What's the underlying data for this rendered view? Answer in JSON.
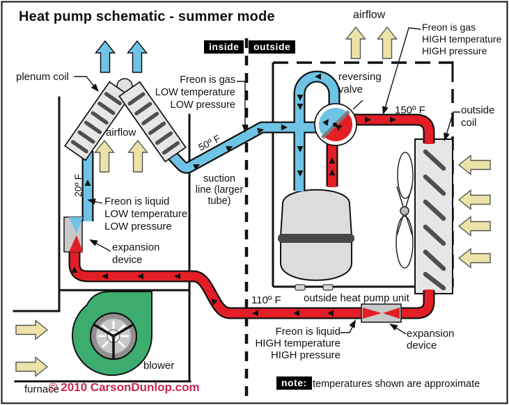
{
  "title": "Heat pump schematic - summer mode",
  "zones": {
    "inside": "inside",
    "outside": "outside"
  },
  "labels": {
    "plenum_coil": "plenum coil",
    "airflow_indoor": "airflow",
    "airflow_outdoor": "airflow",
    "freon_gas_low": {
      "l1": "Freon is gas",
      "l2": "LOW temperature",
      "l3": "LOW pressure"
    },
    "freon_gas_high": {
      "l1": "Freon is gas",
      "l2": "HIGH temperature",
      "l3": "HIGH pressure"
    },
    "freon_liquid_low": {
      "l1": "Freon is liquid",
      "l2": "LOW temperature",
      "l3": "LOW pressure"
    },
    "freon_liquid_high": {
      "l1": "Freon is liquid",
      "l2": "HIGH temperature",
      "l3": "HIGH pressure"
    },
    "reversing_valve": {
      "l1": "reversing",
      "l2": "valve"
    },
    "outside_coil": {
      "l1": "outside",
      "l2": "coil"
    },
    "suction_line": {
      "l1": "suction",
      "l2": "line (larger",
      "l3": "tube)"
    },
    "expansion_left": {
      "l1": "expansion",
      "l2": "device"
    },
    "expansion_right": {
      "l1": "expansion",
      "l2": "device"
    },
    "outside_heat_pump_unit": "outside heat pump unit",
    "blower": "blower",
    "furnace": "furnace"
  },
  "temperatures": {
    "t20": "20º F",
    "t50": "50º F",
    "t110": "110º F",
    "t150": "150º F"
  },
  "note": {
    "badge": "note:",
    "text": "temperatures shown are approximate"
  },
  "copyright": "© 2010 CarsonDunlop.com",
  "colors": {
    "pipe_cool": "#6FC4E6",
    "pipe_hot": "#E31E26",
    "airflow_arrow": "#EDE3A8",
    "blower_green": "#3CAD6E",
    "copyright_red": "#C52850"
  }
}
